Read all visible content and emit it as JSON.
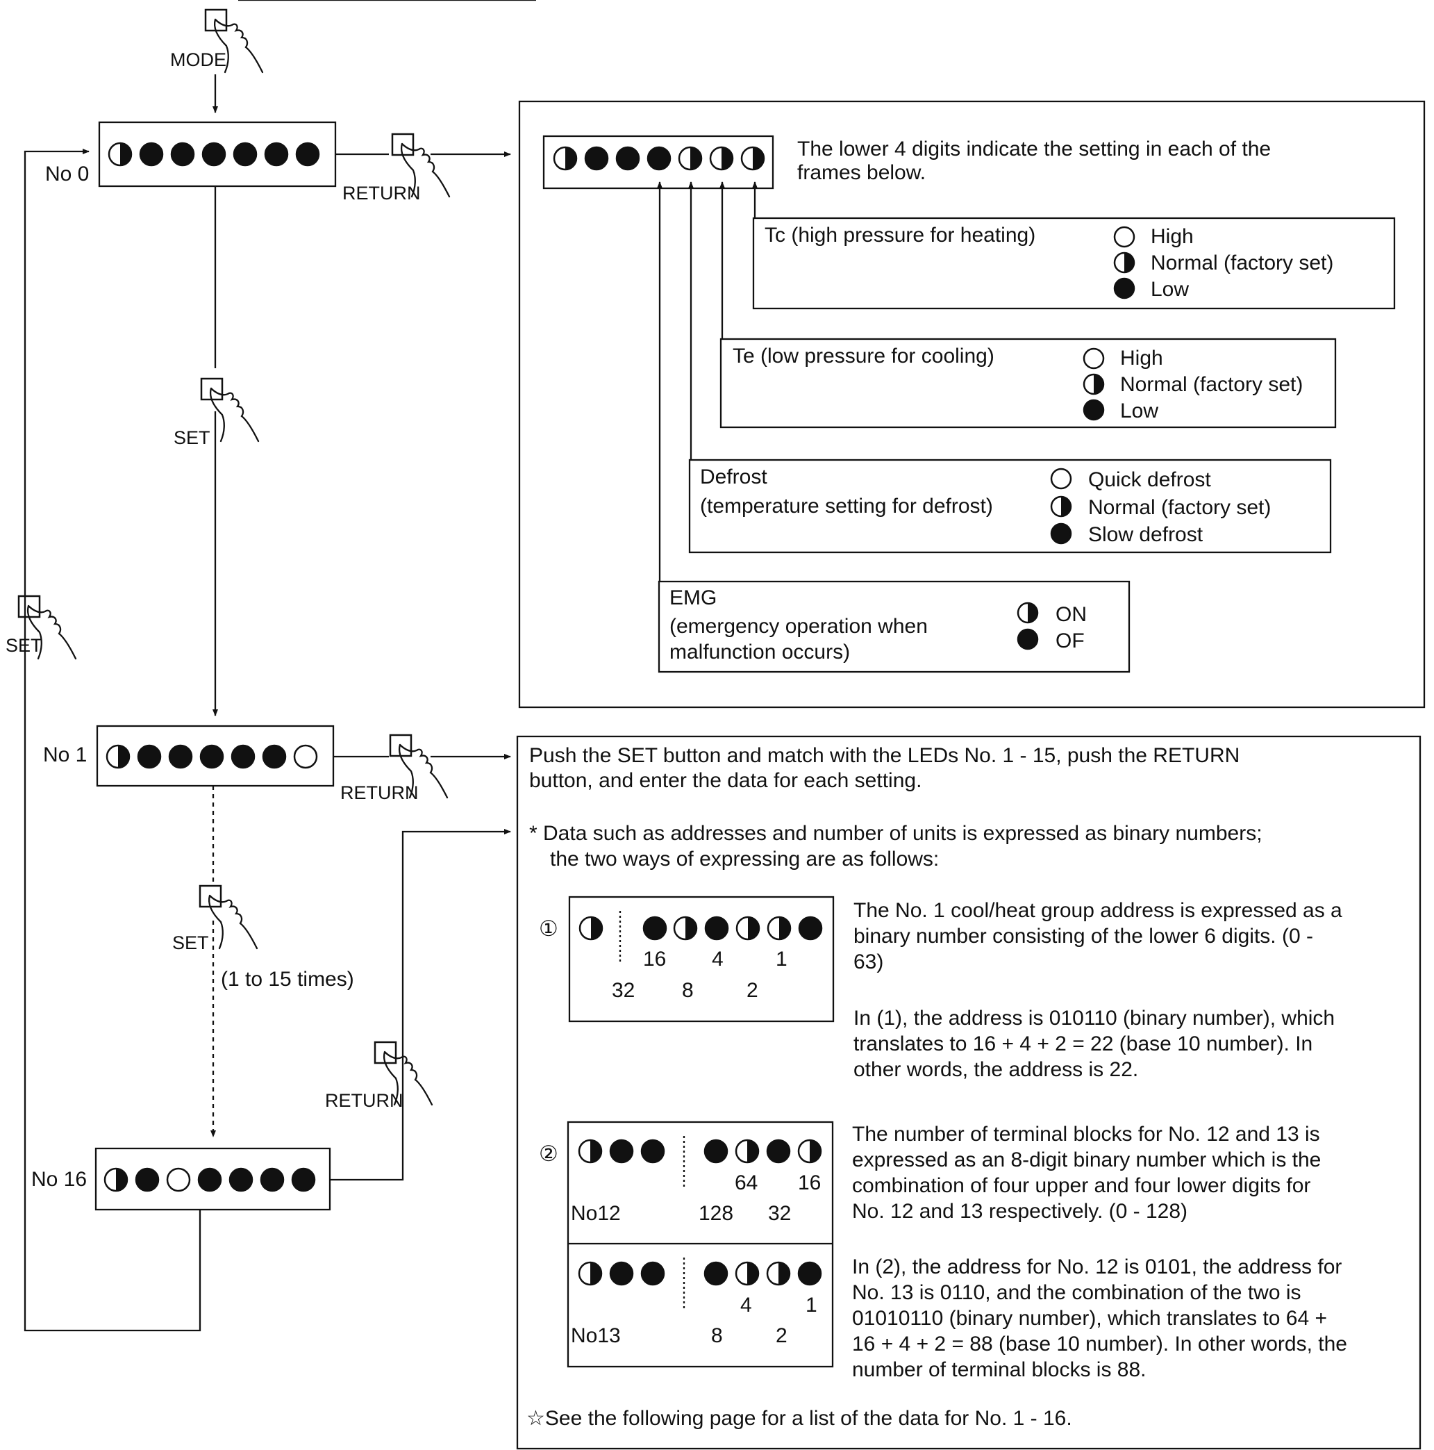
{
  "buttons": {
    "mode": "MODE",
    "return_no0": "RETURN",
    "set_top": "SET",
    "set_left": "SET",
    "return_no1": "RETURN",
    "set_mid": "SET",
    "set_mid_note": "(1 to 15 times)",
    "return_low": "RETURN"
  },
  "states": {
    "no0": {
      "label": "No 0",
      "leds": [
        "half",
        "full",
        "full",
        "full",
        "full",
        "full",
        "full"
      ]
    },
    "no1": {
      "label": "No 1",
      "leds": [
        "half",
        "full",
        "full",
        "full",
        "full",
        "full",
        "empty"
      ]
    },
    "no16": {
      "label": "No 16",
      "leds": [
        "half",
        "full",
        "empty",
        "full",
        "full",
        "full",
        "full"
      ]
    }
  },
  "panel1": {
    "leds": [
      "half",
      "full",
      "full",
      "full",
      "half",
      "half",
      "half"
    ],
    "intro_line1": "The lower 4 digits indicate the setting in each of the",
    "intro_line2": "frames below.",
    "tc": {
      "title": "Tc (high pressure for heating)",
      "opt1": "High",
      "opt2": "Normal (factory set)",
      "opt3": "Low"
    },
    "te": {
      "title": "Te (low pressure for cooling)",
      "opt1": "High",
      "opt2": "Normal (factory set)",
      "opt3": "Low"
    },
    "defrost": {
      "title1": "Defrost",
      "title2": "(temperature setting for defrost)",
      "opt1": "Quick defrost",
      "opt2": "Normal (factory set)",
      "opt3": "Slow defrost"
    },
    "emg": {
      "title1": "EMG",
      "title2": "(emergency operation when",
      "title3": "malfunction occurs)",
      "opt1": "ON",
      "opt2": "OF"
    }
  },
  "panel2": {
    "intro_line1": "Push the SET button and match with the LEDs No. 1 - 15, push the RETURN",
    "intro_line2": "button, and enter the data for each setting.",
    "note_line1": "* Data such as addresses and number of units is expressed as binary numbers;",
    "note_line2": "the two ways of expressing are as follows:",
    "ex1": {
      "marker": "①",
      "leds": [
        "half",
        "full",
        "half",
        "full",
        "half",
        "half",
        "full"
      ],
      "weights_top": [
        "16",
        "4",
        "1"
      ],
      "weights_bottom": [
        "32",
        "8",
        "2"
      ],
      "text1_l1": "The No. 1 cool/heat group address is expressed as a",
      "text1_l2": "binary number consisting of the lower 6 digits.  (0 -",
      "text1_l3": "63)",
      "text2_l1": "In (1), the address is 010110 (binary number), which",
      "text2_l2": "translates to 16 + 4 + 2 = 22 (base 10 number). In",
      "text2_l3": "other words, the address is 22."
    },
    "ex2": {
      "marker": "②",
      "no12_label": "No12",
      "no12_leds": [
        "half",
        "full",
        "full",
        "full",
        "half",
        "full",
        "half"
      ],
      "no12_weights_top": [
        "64",
        "16"
      ],
      "no12_weights_bottom": [
        "128",
        "32"
      ],
      "no13_label": "No13",
      "no13_leds": [
        "half",
        "full",
        "full",
        "full",
        "half",
        "half",
        "full"
      ],
      "no13_weights_top": [
        "4",
        "1"
      ],
      "no13_weights_bottom": [
        "8",
        "2"
      ],
      "text1_l1": "The number of terminal blocks for No. 12 and 13 is",
      "text1_l2": "expressed as an 8-digit binary number which is the",
      "text1_l3": "combination of four upper and four lower digits for",
      "text1_l4": "No. 12 and 13 respectively. (0 - 128)",
      "text2_l1": "In (2), the address for No. 12 is 0101, the address for",
      "text2_l2": "No. 13 is 0110, and the combination of the two is",
      "text2_l3": "01010110 (binary number), which translates to 64 +",
      "text2_l4": "16 + 4 + 2 = 88 (base 10 number). In other words, the",
      "text2_l5": "number of terminal blocks is 88."
    },
    "footer": "☆See the following page for a list of the data for No. 1 - 16."
  }
}
